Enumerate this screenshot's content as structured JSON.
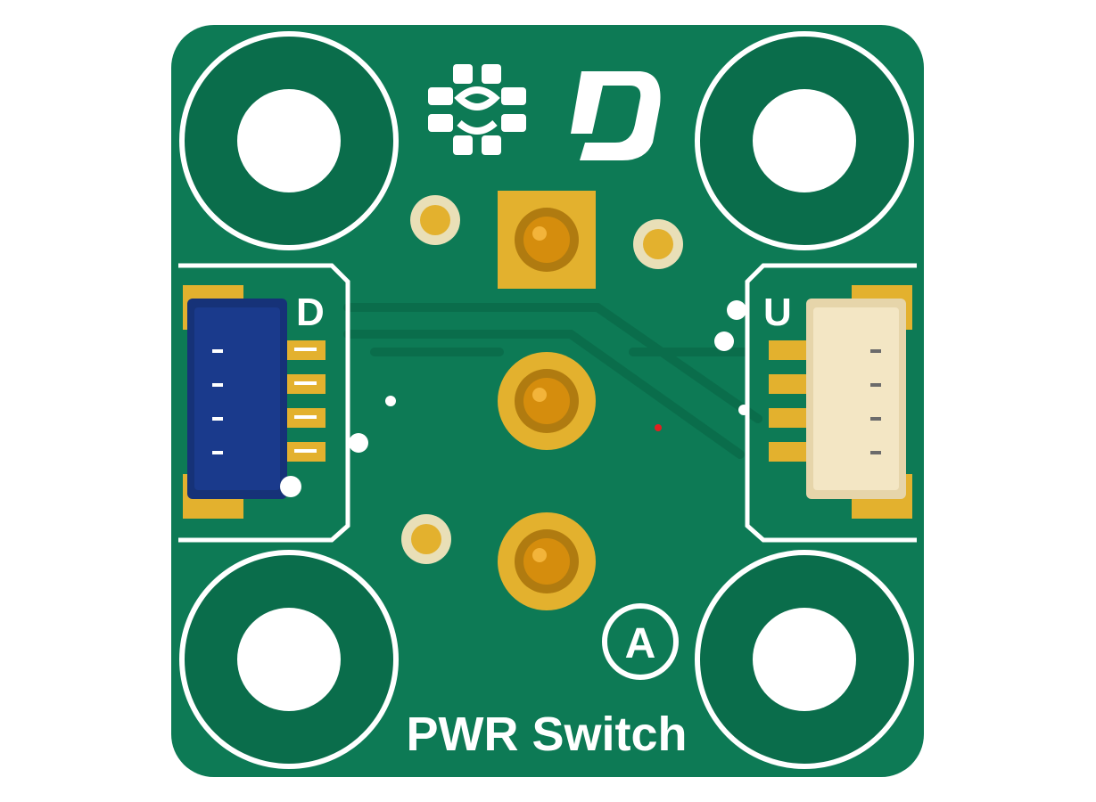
{
  "board": {
    "title": "PWR Switch",
    "revision": "A",
    "connector_left_label": "D",
    "connector_right_label": "U",
    "colors": {
      "soldermask": "#0d7a55",
      "soldermask_dark": "#0a6d4b",
      "copper_gold": "#e3b12e",
      "silkscreen": "#ffffff",
      "connector_left": "#1a3a8c",
      "connector_right": "#f3e6c4"
    }
  },
  "icons": {
    "logo_left": "circuit-logo-icon",
    "logo_right": "d-logo-icon"
  }
}
